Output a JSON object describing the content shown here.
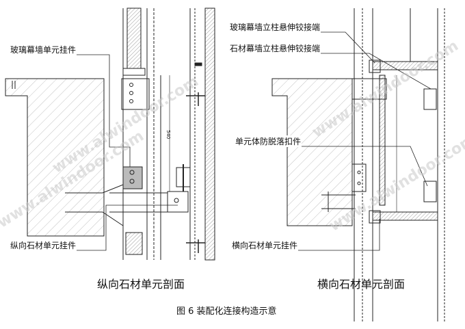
{
  "left": {
    "labels": {
      "glass_hanger": "玻璃幕墙单元挂件",
      "vertical_stone_hanger": "纵向石材单元挂件",
      "dimension": "540"
    },
    "title": "纵向石材单元剖面"
  },
  "right": {
    "labels": {
      "glass_mullion_hinge": "玻璃幕墙立柱悬伸铰接端",
      "stone_mullion_hinge": "石材幕墙立柱悬伸铰接端",
      "anti_drop_clip": "单元体防脱落扣件",
      "horizontal_stone_hanger": "横向石材单元挂件"
    },
    "title": "横向石材单元剖面"
  },
  "caption": "图 6  装配化连接构造示意",
  "watermark": "www.alwindoor.com"
}
